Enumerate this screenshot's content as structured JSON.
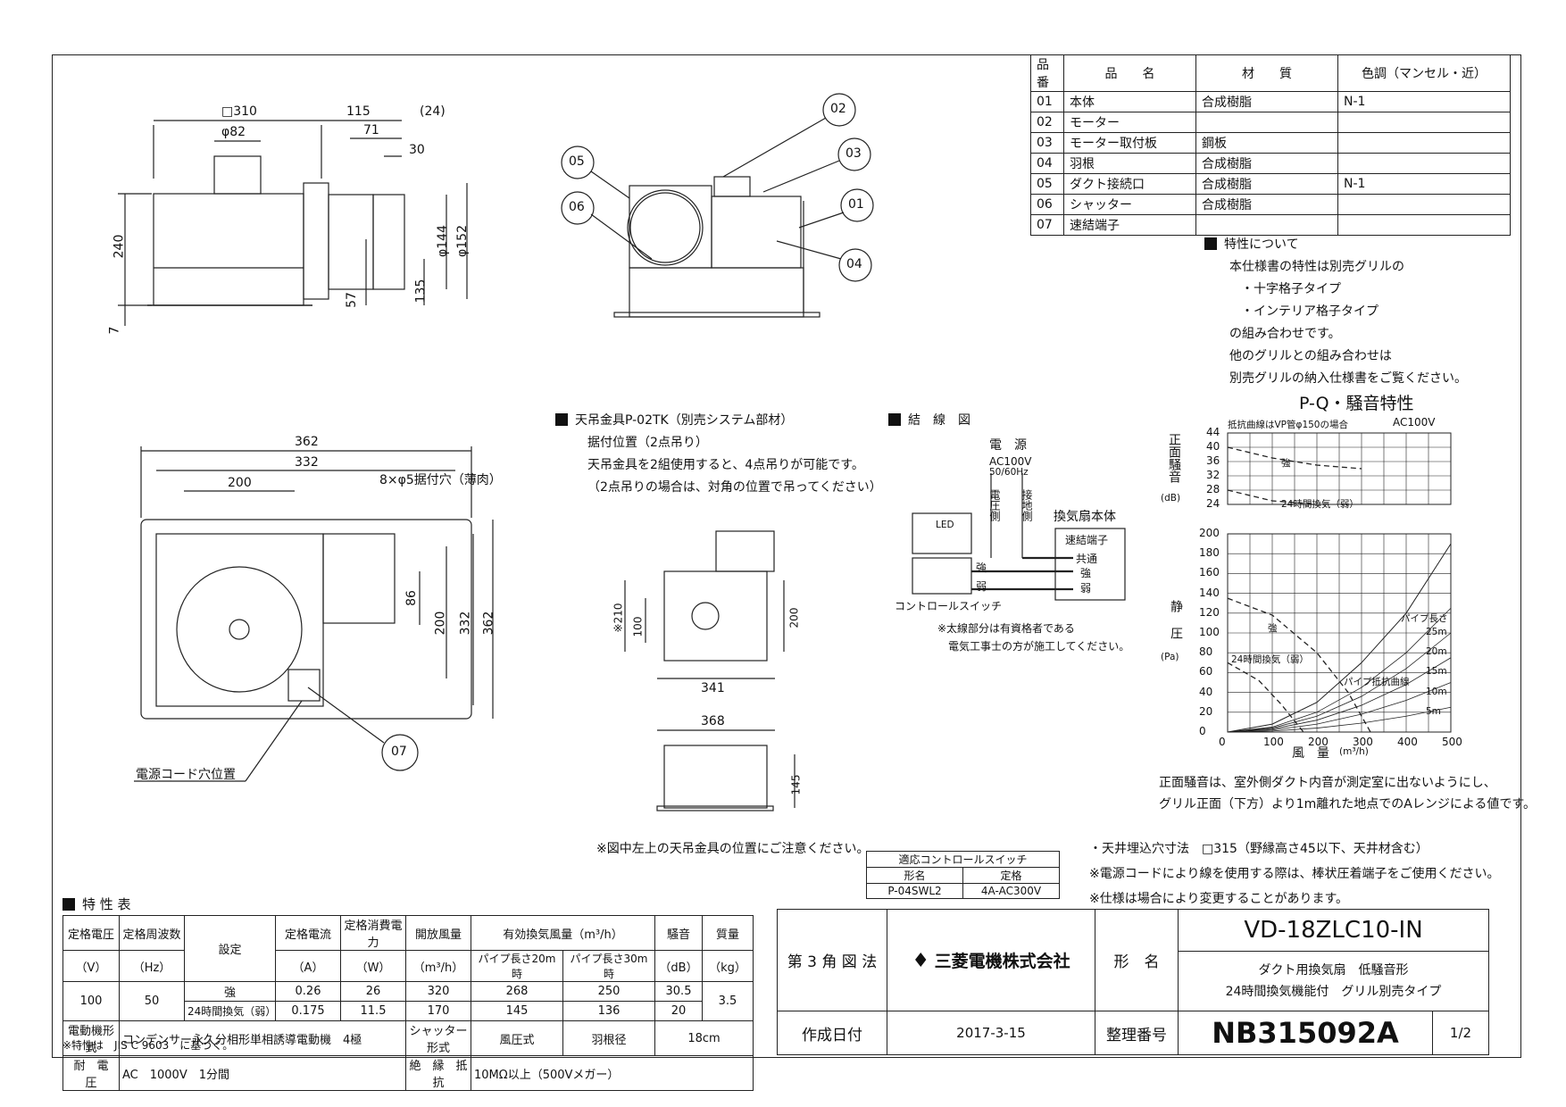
{
  "parts_table": {
    "headers": [
      "品番",
      "品　　名",
      "材　　質",
      "色調（マンセル・近）"
    ],
    "rows": [
      [
        "01",
        "本体",
        "合成樹脂",
        "N-1"
      ],
      [
        "02",
        "モーター",
        "",
        ""
      ],
      [
        "03",
        "モーター取付板",
        "鋼板",
        ""
      ],
      [
        "04",
        "羽根",
        "合成樹脂",
        ""
      ],
      [
        "05",
        "ダクト接続口",
        "合成樹脂",
        "N-1"
      ],
      [
        "06",
        "シャッター",
        "合成樹脂",
        ""
      ],
      [
        "07",
        "速結端子",
        "",
        ""
      ]
    ]
  },
  "top_view_dims": {
    "d310": "□310",
    "d115": "115",
    "d24": "(24)",
    "d82": "φ82",
    "d71": "71",
    "d30": "30",
    "d240": "240",
    "d144": "φ144",
    "d152": "φ152",
    "d57": "57",
    "d135": "135",
    "d7": "7"
  },
  "callouts": [
    "02",
    "03",
    "05",
    "06",
    "01",
    "04",
    "07"
  ],
  "characteristics_note": {
    "heading": "特性について",
    "lines": [
      "本仕様書の特性は別売グリルの",
      "・十字格子タイプ",
      "・インテリア格子タイプ",
      "の組み合わせです。",
      "他のグリルとの組み合わせは",
      "別売グリルの納入仕様書をご覧ください。"
    ]
  },
  "hanger_note": {
    "heading": "天吊金具P-02TK（別売システム部材）",
    "lines": [
      "据付位置（2点吊り）",
      "天吊金具を2組使用すると、4点吊りが可能です。",
      "（2点吊りの場合は、対角の位置で吊ってください）"
    ]
  },
  "wiring": {
    "heading": "結　線　図",
    "power": "電　源",
    "ac": "AC100V",
    "hz": "50/60Hz",
    "live": "電圧側",
    "ground": "接地側",
    "fan_body": "換気扇本体",
    "terminal": "速結端子",
    "common": "共通",
    "strong": "強",
    "weak": "弱",
    "led": "LED",
    "switch": "コントロールスイッチ",
    "note1": "※太線部分は有資格者である",
    "note2": "電気工事士の方が施工してください。"
  },
  "plan_dims": {
    "d362": "362",
    "d332": "332",
    "d200": "200",
    "holes": "8×φ5据付穴（薄肉）",
    "d86": "86",
    "v200": "200",
    "v332": "332",
    "v362": "362",
    "cord": "電源コード穴位置"
  },
  "hanger_dims": {
    "d210": "※210",
    "d100": "100",
    "d200": "200",
    "d341": "341",
    "d368": "368",
    "d145": "145"
  },
  "hanger_footnote": "※図中左上の天吊金具の位置にご注意ください。",
  "chart_data": [
    {
      "type": "line",
      "title": "P-Q・騒音特性",
      "note": "抵抗曲線はVP管φ150の場合",
      "voltage": "AC100V",
      "ylabel": "正面騒音",
      "yunit": "(dB)",
      "ylim": [
        24,
        44
      ],
      "yticks": [
        24,
        28,
        32,
        36,
        40,
        44
      ],
      "series": [
        {
          "name": "強",
          "x": [
            0,
            100,
            200,
            300
          ],
          "y": [
            40,
            37,
            35,
            34
          ]
        },
        {
          "name": "24時間換気（弱）",
          "x": [
            0,
            100,
            200
          ],
          "y": [
            28,
            25,
            24
          ]
        }
      ]
    },
    {
      "type": "line",
      "ylabel": "静圧",
      "yunit": "(Pa)",
      "xlabel": "風　量",
      "xunit": "(m³/h)",
      "xlim": [
        0,
        500
      ],
      "ylim": [
        0,
        200
      ],
      "xticks": [
        0,
        100,
        200,
        300,
        400,
        500
      ],
      "yticks": [
        0,
        20,
        40,
        60,
        80,
        100,
        120,
        140,
        160,
        180,
        200
      ],
      "series": [
        {
          "name": "強",
          "x": [
            0,
            100,
            200,
            270,
            320
          ],
          "y": [
            135,
            118,
            80,
            40,
            0
          ]
        },
        {
          "name": "24時間換気（弱）",
          "x": [
            0,
            70,
            120,
            170
          ],
          "y": [
            70,
            52,
            28,
            0
          ]
        },
        {
          "name": "パイプ抵抗曲線",
          "x": [
            0,
            100,
            200,
            300,
            400,
            500
          ],
          "y": [
            0,
            8,
            30,
            70,
            120,
            190
          ]
        }
      ],
      "pipe_labels": [
        "パイプ長さ",
        "25m",
        "20m",
        "15m",
        "10m",
        "5m"
      ]
    }
  ],
  "noise_note": [
    "正面騒音は、室外側ダクト内音が測定室に出ないようにし、",
    "グリル正面（下方）より1m離れた地点でのAレンジによる値です。"
  ],
  "bottom_notes": [
    "・天井埋込穴寸法　□315（野縁高さ45以下、天井材含む）",
    "※電源コードにより線を使用する際は、棒状圧着端子をご使用ください。",
    "※仕様は場合により変更することがあります。"
  ],
  "switch_table": {
    "title": "適応コントロールスイッチ",
    "h1": "形名",
    "h2": "定格",
    "v1": "P-04SWL2",
    "v2": "4A-AC300V"
  },
  "spec": {
    "heading": "特 性 表",
    "h_voltage": "定格電圧",
    "u_voltage": "（V）",
    "h_freq": "定格周波数",
    "u_freq": "（Hz）",
    "h_setting": "設定",
    "h_current": "定格電流",
    "u_current": "（A）",
    "h_power": "定格消費電力",
    "u_power": "（W）",
    "h_open": "開放風量",
    "u_open": "（m³/h）",
    "h_eff": "有効換気風量（m³/h）",
    "h_p20": "パイプ長さ20m時",
    "h_p30": "パイプ長さ30m時",
    "h_noise": "騒音",
    "u_noise": "（dB）",
    "h_mass": "質量",
    "u_mass": "（kg）",
    "voltage": "100",
    "freq": "50",
    "rows": [
      {
        "setting": "強",
        "current": "0.26",
        "power": "26",
        "open": "320",
        "p20": "268",
        "p30": "250",
        "noise": "30.5"
      },
      {
        "setting": "24時間換気（弱）",
        "current": "0.175",
        "power": "11.5",
        "open": "170",
        "p20": "145",
        "p30": "136",
        "noise": "20"
      }
    ],
    "mass": "3.5",
    "motor_label": "電動機形式",
    "motor": "コンデンサー永久分相形単相誘導電動機　4極",
    "shutter_label": "シャッター形式",
    "shutter": "風圧式",
    "blade_label": "羽根径",
    "blade": "18cm",
    "withstand_label": "耐　電　圧",
    "withstand": "AC　1000V　1分間",
    "insulation_label": "絶　縁　抵　抗",
    "insulation": "10MΩ以上（500Vメガー）",
    "footnote": "※特性は　JIS C 9603　に基づく。"
  },
  "title_block": {
    "projection": "第 3 角 図 法",
    "company": "三菱電機株式会社",
    "model_label": "形　名",
    "model": "VD-18ZLC10-IN",
    "desc1": "ダクト用換気扇　低騒音形",
    "desc2": "24時間換気機能付　グリル別売タイプ",
    "date_label": "作成日付",
    "date": "2017-3-15",
    "ref_label": "整理番号",
    "ref": "NB315092A",
    "page": "1/2"
  }
}
